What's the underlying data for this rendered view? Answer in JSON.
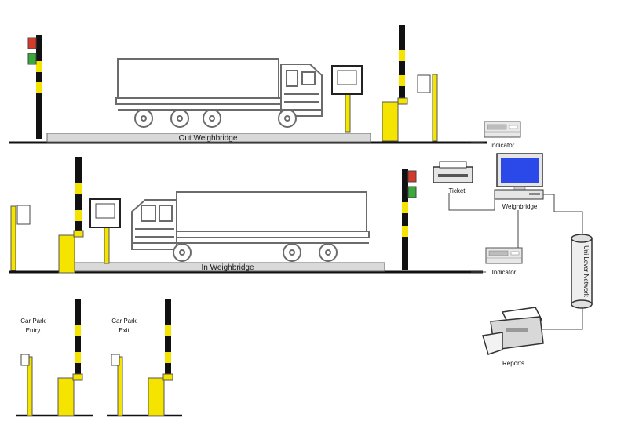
{
  "labels": {
    "out_weighbridge": "Out Weighbridge",
    "in_weighbridge": "In Weighbridge",
    "indicator_top": "Indicator",
    "indicator_bottom": "Indicator",
    "ticket": "Ticket",
    "weighbridge_pc": "Weighbridge",
    "network": "Uni Lever Network",
    "reports": "Reports",
    "car_park_entry_line1": "Car Park",
    "car_park_entry_line2": "Entry",
    "car_park_exit_line1": "Car Park",
    "car_park_exit_line2": "Exit"
  },
  "colors": {
    "barrier_yellow": "#f5e400",
    "pole_black": "#111111",
    "light_red": "#d83a2a",
    "light_green": "#3aa83a",
    "screen_blue": "#2a49e8",
    "outline_gray": "#6b6b6b",
    "bridge_gray": "#d9d9d9"
  }
}
